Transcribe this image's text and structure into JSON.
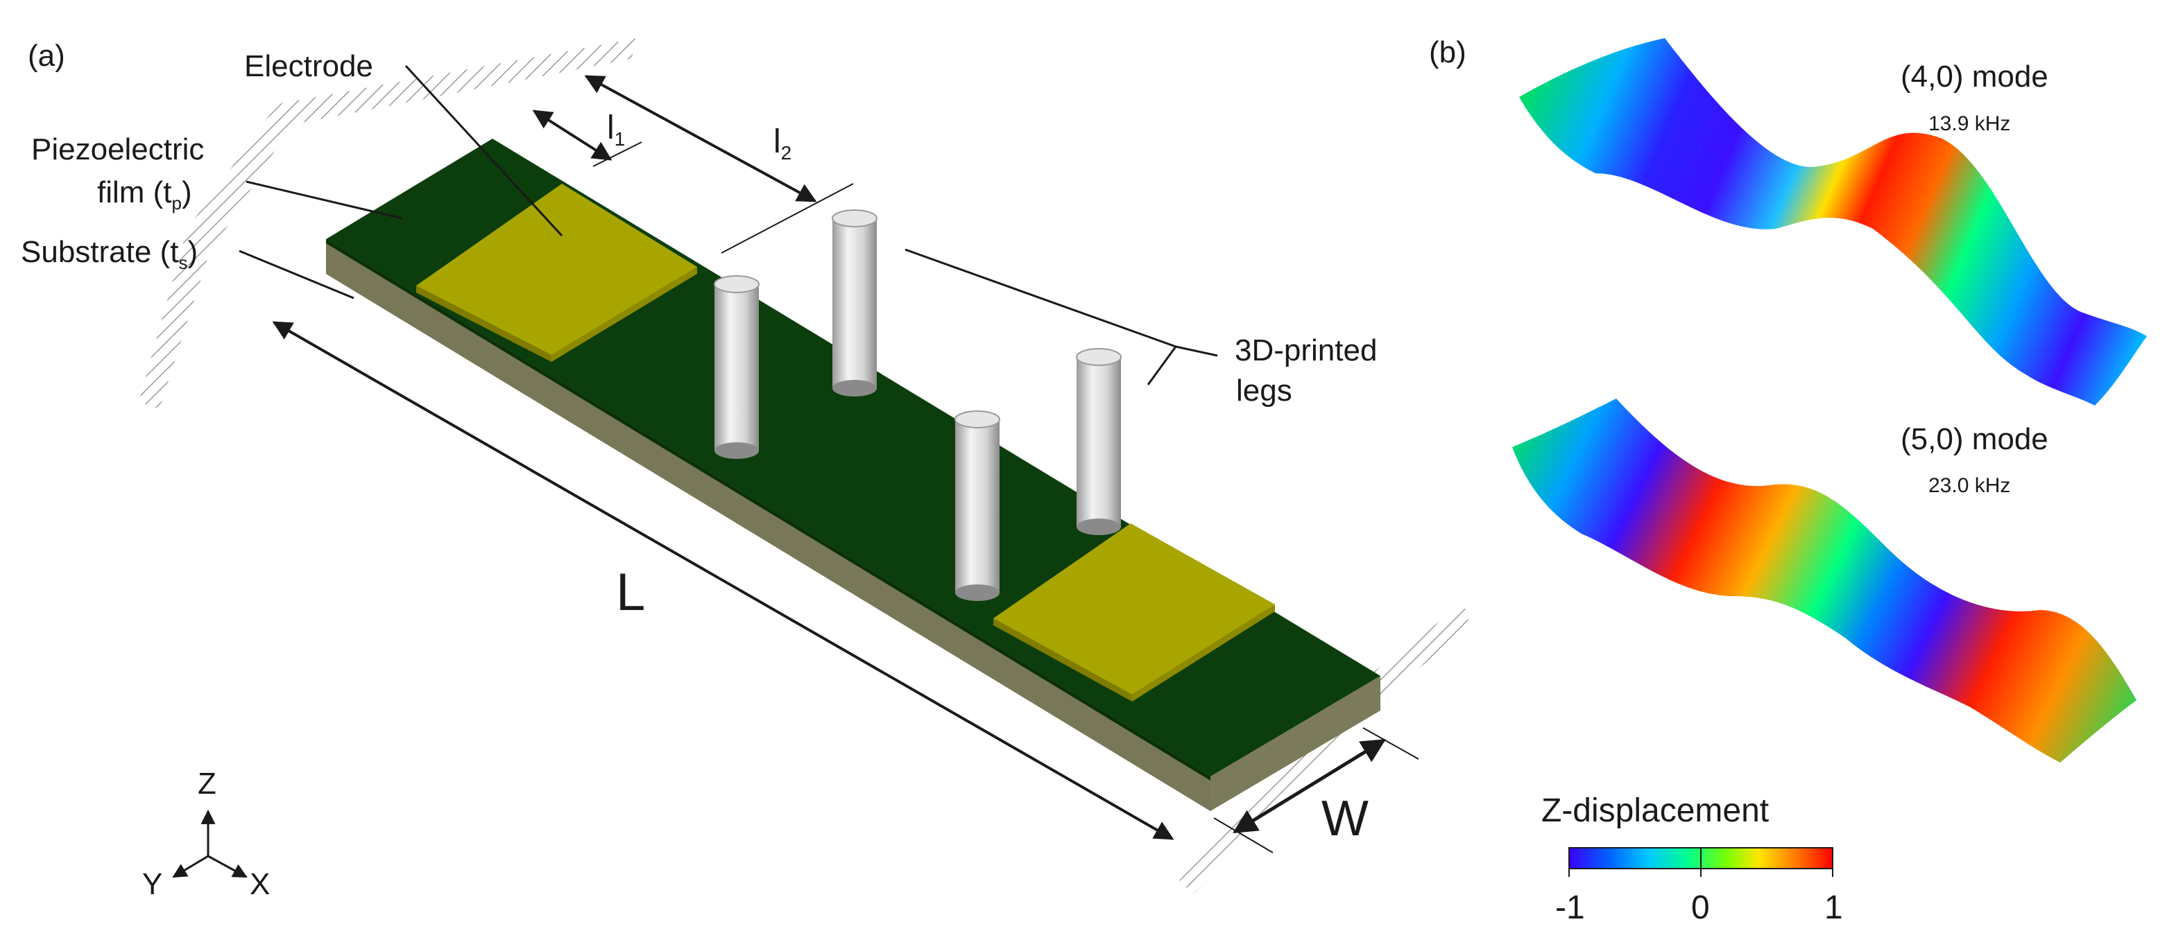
{
  "panel_a": {
    "panel_label": "(a)",
    "electrode": "Electrode",
    "piezo_line1": "Piezoelectric",
    "piezo_line2": "film (t",
    "piezo_sub": "p",
    "piezo_close": ")",
    "substrate_main": "Substrate (t",
    "substrate_sub": "s",
    "substrate_close": ")",
    "l1_main": "l",
    "l1_sub": "1",
    "l2_main": "l",
    "l2_sub": "2",
    "length": "L",
    "width": "W",
    "legs_line1": "3D-printed",
    "legs_line2": "legs",
    "axis_z": "Z",
    "axis_y": "Y",
    "axis_x": "X"
  },
  "panel_b": {
    "panel_label": "(b)",
    "mode1": {
      "name": "(4,0) mode",
      "freq": "13.9 kHz"
    },
    "mode2": {
      "name": "(5,0) mode",
      "freq": "23.0 kHz"
    },
    "colorbar": {
      "title": "Z-displacement",
      "ticks": [
        "-1",
        "0",
        "1"
      ],
      "colors": [
        "#3a00ff",
        "#0060ff",
        "#00c8ff",
        "#00ff90",
        "#7aff00",
        "#ffe600",
        "#ff7a00",
        "#ff0000"
      ]
    }
  },
  "colors": {
    "film": "#0c3d0c",
    "film_dark": "#0a300a",
    "substrate_side": "#7b7a5a",
    "substrate_front": "#656448",
    "electrode_top": "#a8a500",
    "electrode_edge": "#7f7c00"
  }
}
